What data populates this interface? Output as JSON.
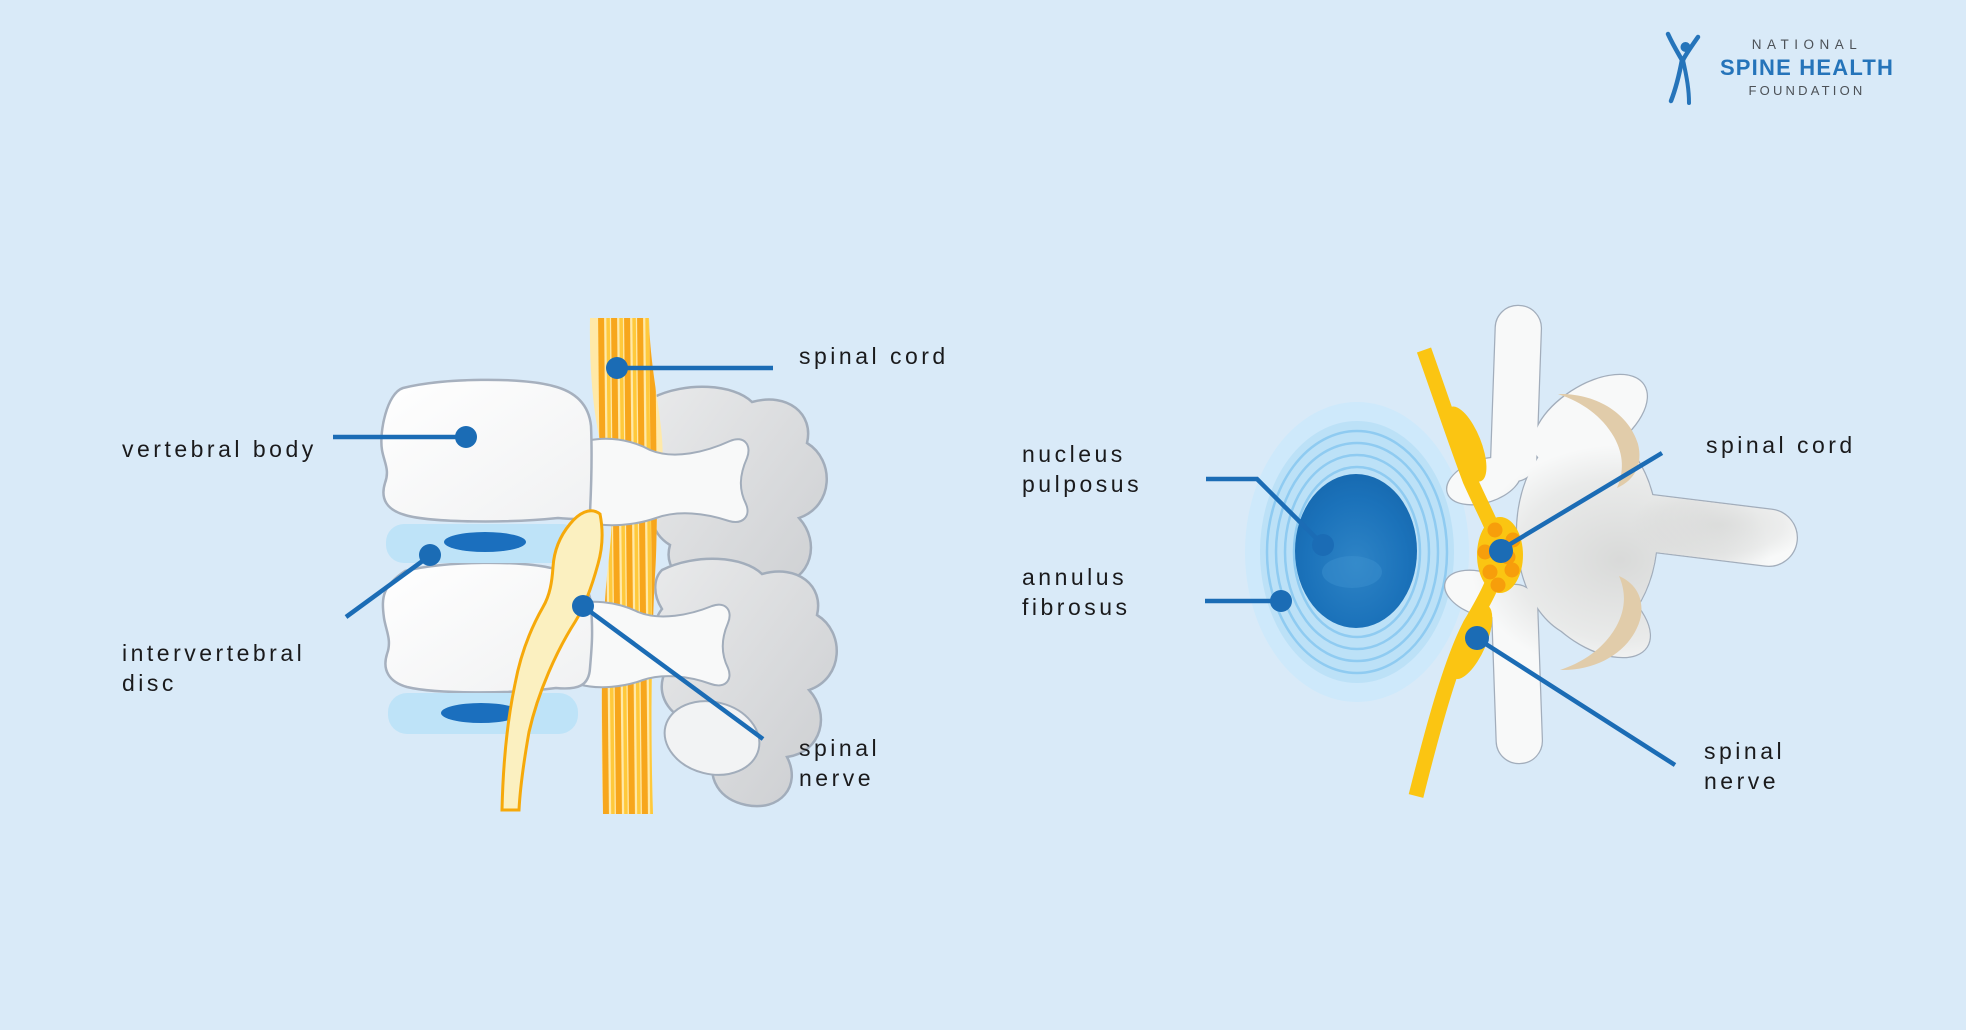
{
  "logo": {
    "national": "NATIONAL",
    "spine_health": "SPINE HEALTH",
    "foundation": "FOUNDATION"
  },
  "labels": {
    "left": {
      "vertebral_body": "vertebral body",
      "intervertebral_disc": "intervertebral disc",
      "spinal_cord": "spinal cord",
      "spinal_nerve": "spinal nerve"
    },
    "right": {
      "nucleus_pulposus": "nucleus pulposus",
      "annulus_fibrosus": "annulus fibrosus",
      "spinal_cord": "spinal cord",
      "spinal_nerve": "spinal nerve"
    }
  },
  "colors": {
    "background": "#D9EAF8",
    "label_text": "#1A1A1C",
    "leader_blue": "#1B6CB5",
    "disc_light_blue": "#BEE3F8",
    "disc_lens_blue": "#1B6FBE",
    "annulus_outer": "#CEE9FB",
    "annulus_inner": "#BCE1F7",
    "annulus_ring": "#8FCBF1",
    "nucleus_blue": "#1463A8",
    "cord_pale_yellow": "#FFE9A8",
    "cord_stripe_orange": "#F7A61C",
    "cord_stripe_yellow": "#FFC93B",
    "nerve_fill": "#FBF0C0",
    "nerve_outline": "#F6A90A",
    "nerve_band_yellow": "#FBC512",
    "nerve_dot_orange": "#F79E0B",
    "bone_fill": "#F8F9F9",
    "bone_outline": "#A2ADBB",
    "bone_tan": "#E1CCAA",
    "logo_blue": "#2574BA",
    "logo_gray": "#4C5157"
  }
}
